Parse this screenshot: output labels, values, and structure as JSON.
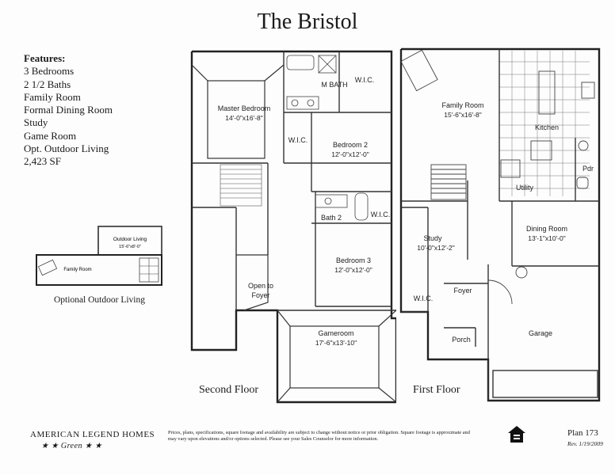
{
  "title": "The Bristol",
  "features": {
    "heading": "Features:",
    "items": [
      "3 Bedrooms",
      "2 1/2 Baths",
      "Family Room",
      "Formal Dining Room",
      "Study",
      "Game Room",
      "Opt. Outdoor Living",
      "2,423 SF"
    ]
  },
  "optional_outdoor": {
    "caption": "Optional Outdoor Living",
    "outdoor_name": "Outdoor Living",
    "outdoor_dim": "15'-6\"x8'-0\"",
    "family_name": "Family Room"
  },
  "second_floor": {
    "label": "Second Floor",
    "master_bath": "M BATH",
    "wic_top": "W.I.C.",
    "master_bedroom": "Master Bedroom",
    "master_bedroom_dim": "14'-0\"x16'-8\"",
    "wic_mid": "W.I.C.",
    "bedroom2": "Bedroom 2",
    "bedroom2_dim": "12'-0\"x12'-0\"",
    "bath2": "Bath 2",
    "wic_bath2": "W.I.C.",
    "bedroom3": "Bedroom 3",
    "bedroom3_dim": "12'-0\"x12'-0\"",
    "open_to": "Open to",
    "foyer": "Foyer",
    "gameroom": "Gameroom",
    "gameroom_dim": "17'-6\"x13'-10\""
  },
  "first_floor": {
    "label": "First Floor",
    "family_room": "Family Room",
    "family_room_dim": "15'-6\"x16'-8\"",
    "kitchen": "Kitchen",
    "utility": "Utility",
    "pdr": "Pdr",
    "study": "Study",
    "study_dim": "10'-0\"x12'-2\"",
    "dining_room": "Dining Room",
    "dining_room_dim": "13'-1\"x10'-0\"",
    "foyer": "Foyer",
    "wic": "W.I.C.",
    "porch": "Porch",
    "garage": "Garage"
  },
  "footer": {
    "logo_name": "AMERICAN LEGEND HOMES",
    "logo_tagline": "★ ★ Green ★ ★",
    "disclaimer": "Prices, plans, specifications, square footage and availability are subject to change without notice or prior obligation. Square footage is approximate and may vary upon elevations and/or options selected. Please see your Sales Counselor for more information.",
    "plan": "Plan 173",
    "revision": "Rev. 1/19/2009"
  }
}
